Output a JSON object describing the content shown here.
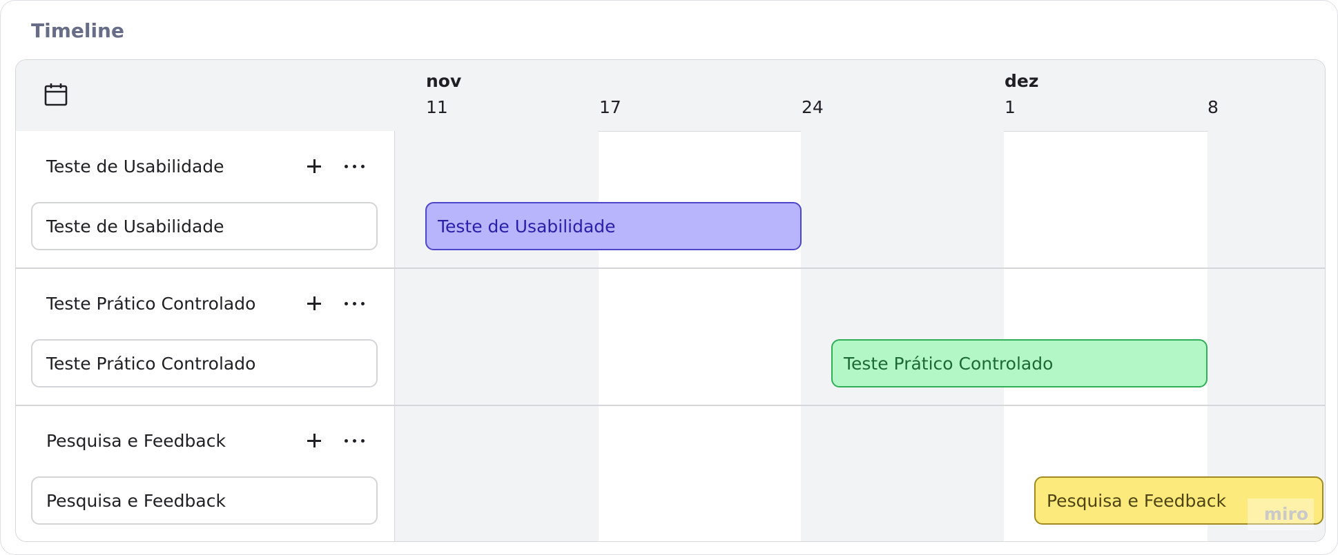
{
  "title": "Timeline",
  "header": {
    "calendar_icon": "calendar-icon",
    "months": [
      "nov",
      "dez"
    ],
    "days": [
      "11",
      "17",
      "24",
      "1",
      "8"
    ]
  },
  "rows": [
    {
      "name": "Teste de Usabilidade",
      "task": "Teste de Usabilidade",
      "bar_label": "Teste de Usabilidade",
      "bar_color": "#b8b5fc",
      "bar_border": "#4d45c9",
      "bar_text": "#2a1fa8"
    },
    {
      "name": "Teste Prático Controlado",
      "task": "Teste Prático Controlado",
      "bar_label": "Teste Prático Controlado",
      "bar_color": "#b4f7c7",
      "bar_border": "#2fae55",
      "bar_text": "#1b6a34"
    },
    {
      "name": "Pesquisa e Feedback",
      "task": "Pesquisa e Feedback",
      "bar_label": "Pesquisa e Feedback",
      "bar_color": "#fdea7c",
      "bar_border": "#a08a1f",
      "bar_text": "#4f4514"
    }
  ],
  "watermark": "miro",
  "colors": {
    "header_bg": "#f2f3f5",
    "stripe": "#f2f3f5",
    "border": "#d5d6da",
    "title": "#676d86"
  }
}
